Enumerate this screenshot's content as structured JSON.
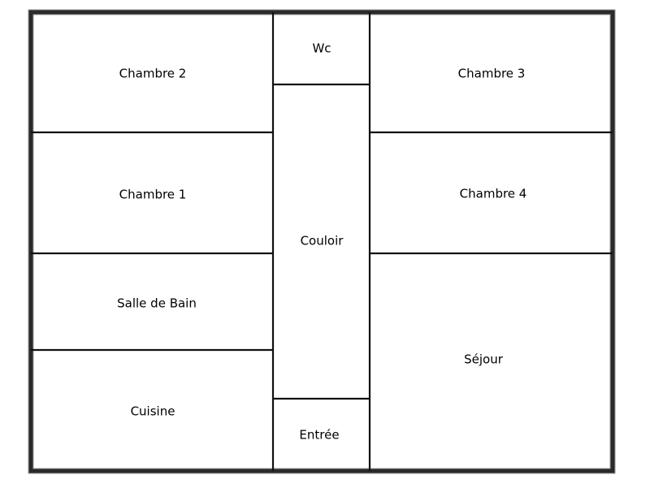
{
  "rooms": {
    "chambre2": "Chambre 2",
    "wc": "Wc",
    "chambre3": "Chambre 3",
    "chambre1": "Chambre 1",
    "couloir": "Couloir",
    "chambre4": "Chambre 4",
    "salle_de_bain": "Salle de Bain",
    "sejour": "Séjour",
    "cuisine": "Cuisine",
    "entree": "Entrée"
  },
  "colors": {
    "wall": "#111111",
    "background": "#ffffff",
    "label": "#000000"
  }
}
